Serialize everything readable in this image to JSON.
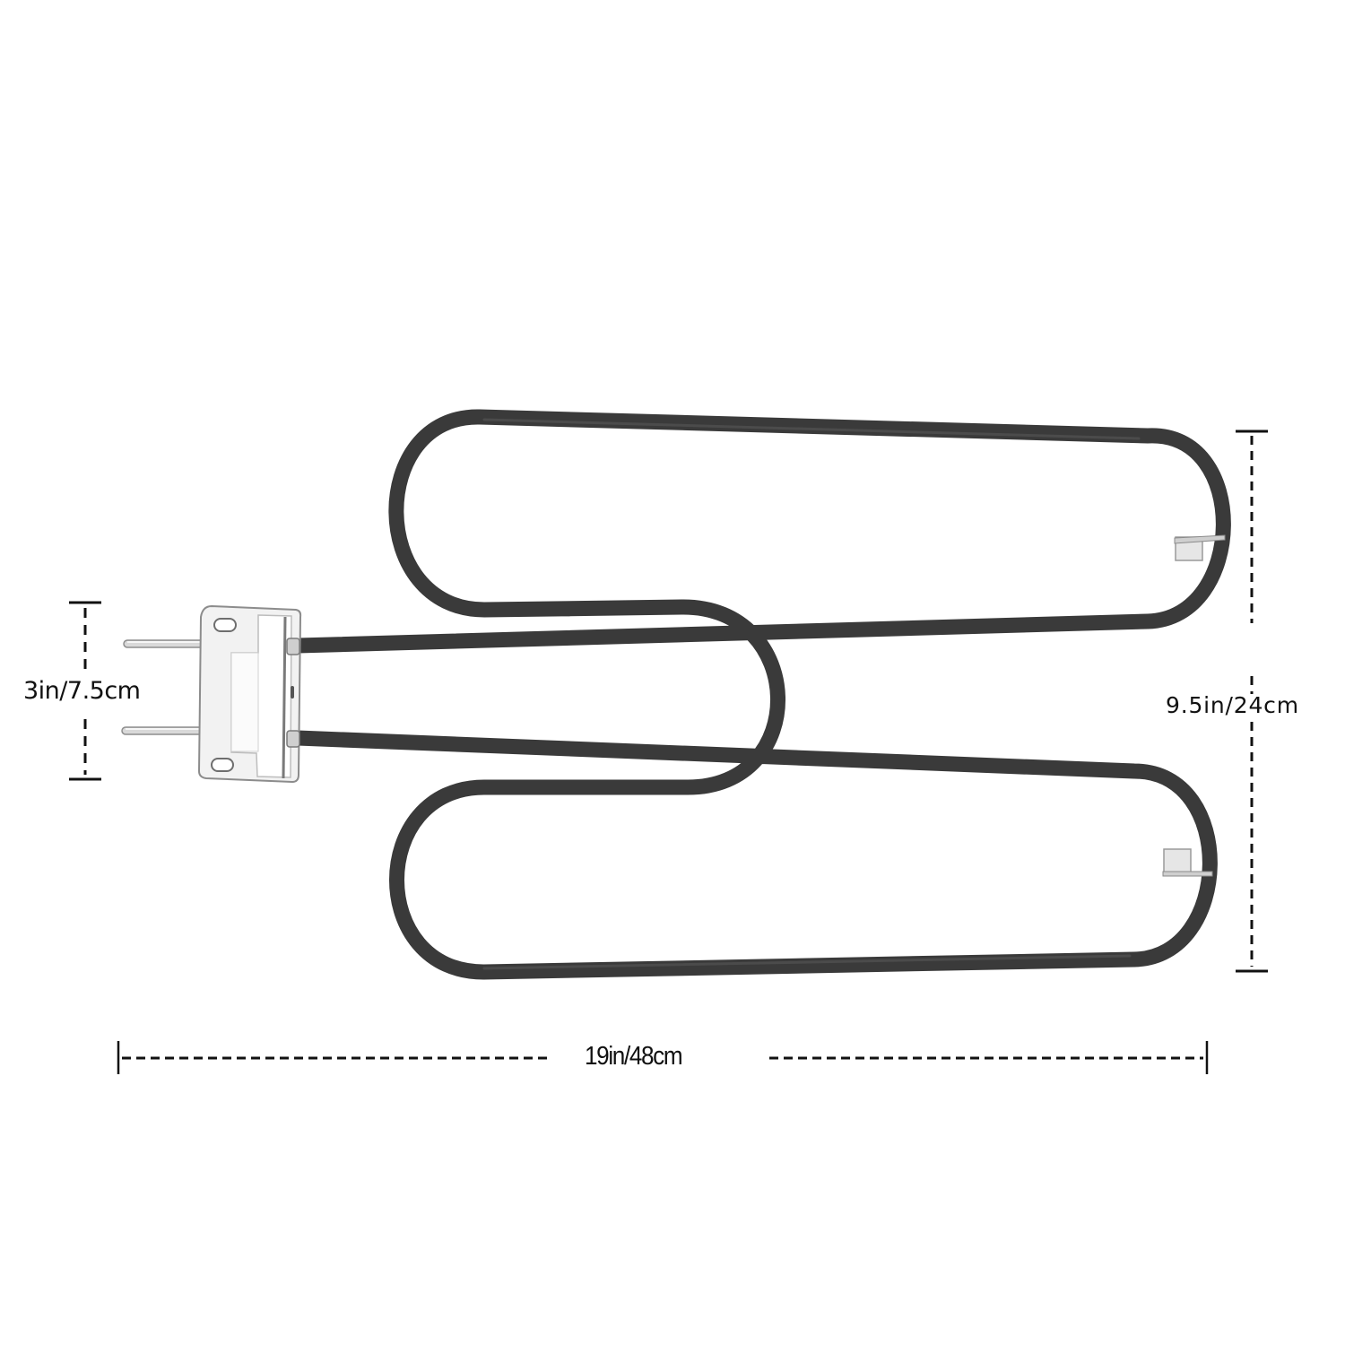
{
  "diagram": {
    "subject": "Electric grill heating element with mounting bracket and two terminal pins",
    "colors": {
      "background": "#ffffff",
      "element_tube": "#3a3a3a",
      "bracket": "#e8e8e8",
      "bracket_outline": "#8c8c8c",
      "dimension_lines": "#111111",
      "text": "#111111"
    }
  },
  "dimensions": {
    "plug_height": {
      "label": "3in/7.5cm",
      "orientation": "vertical",
      "position": "left of terminal bracket"
    },
    "total_height": {
      "label": "9.5in/24cm",
      "orientation": "vertical",
      "position": "right side"
    },
    "total_width": {
      "label": "19in/48cm",
      "orientation": "horizontal",
      "position": "bottom"
    }
  },
  "components": [
    {
      "name": "terminal-bracket",
      "label": ""
    },
    {
      "name": "terminal-pin-top",
      "label": ""
    },
    {
      "name": "terminal-pin-bottom",
      "label": ""
    },
    {
      "name": "upper-loop",
      "label": ""
    },
    {
      "name": "lower-loop",
      "label": ""
    },
    {
      "name": "upper-support-clip",
      "label": ""
    },
    {
      "name": "lower-support-clip",
      "label": ""
    }
  ]
}
